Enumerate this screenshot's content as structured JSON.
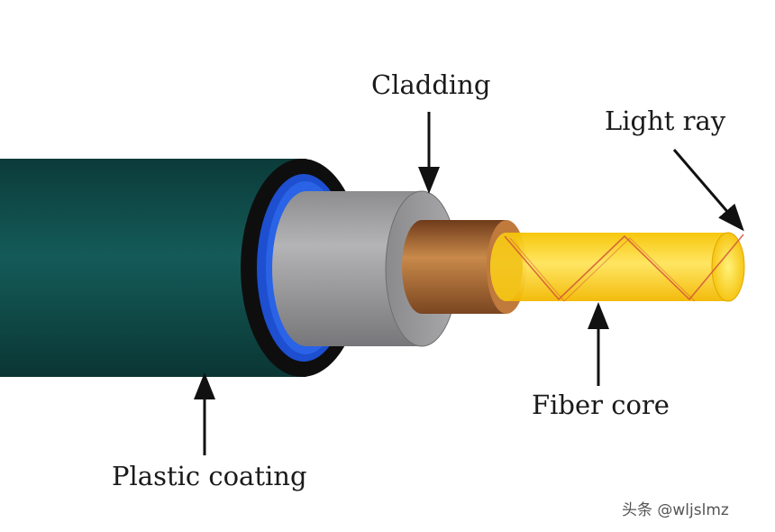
{
  "labels": {
    "cladding": "Cladding",
    "light_ray": "Light ray",
    "fiber_core": "Fiber core",
    "plastic_coating": "Plastic coating"
  },
  "watermark": "头条 @wljslmz",
  "colors": {
    "coating": "#0f4f4d",
    "coating_edge": "#111111",
    "blue_ring": "#1d4fd0",
    "cladding": "#9a9a9c",
    "copper": "#b5763a",
    "core": "#ffd21e",
    "ray": "#d2553a",
    "arrow": "#111111"
  }
}
